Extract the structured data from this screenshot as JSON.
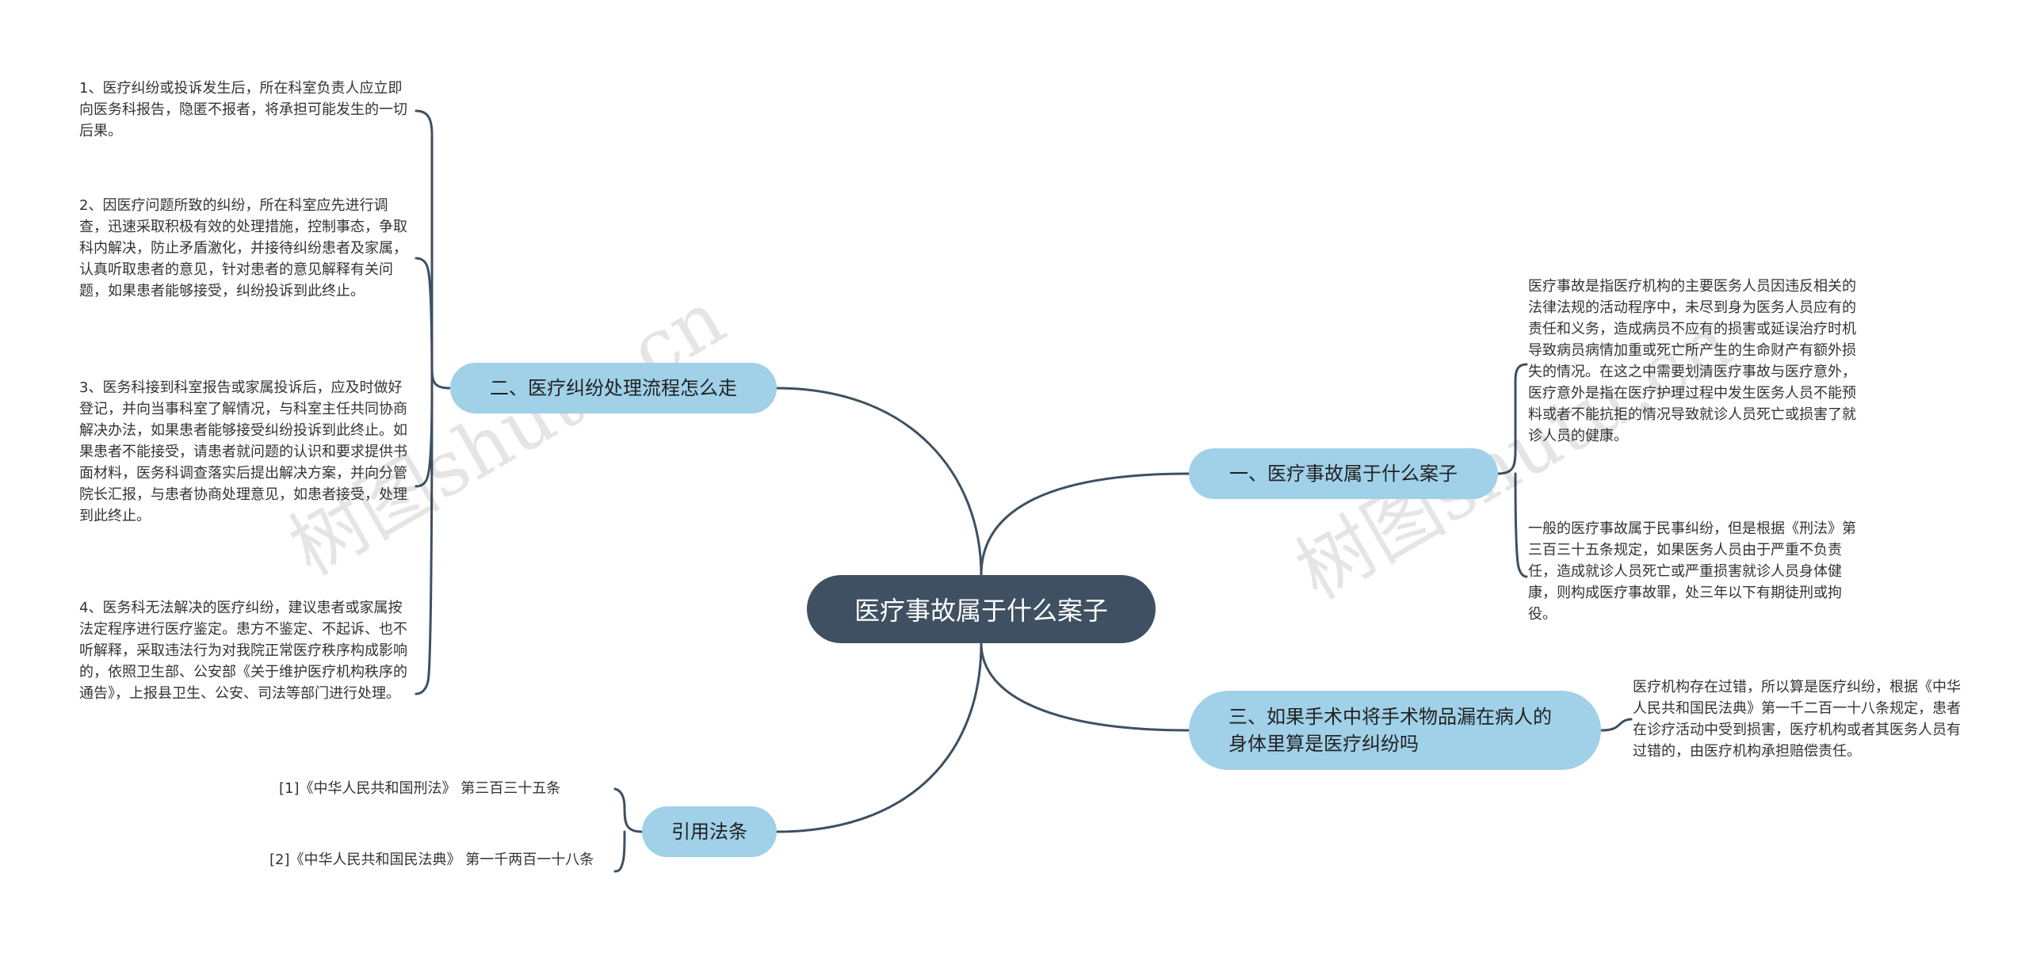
{
  "root": {
    "label": "医疗事故属于什么案子"
  },
  "left_branches": [
    {
      "label": "二、医疗纠纷处理流程怎么走",
      "leaves": [
        "1、医疗纠纷或投诉发生后，所在科室负责人应立即向医务科报告，隐匿不报者，将承担可能发生的一切后果。",
        "2、因医疗问题所致的纠纷，所在科室应先进行调查，迅速采取积极有效的处理措施，控制事态，争取科内解决，防止矛盾激化，并接待纠纷患者及家属，认真听取患者的意见，针对患者的意见解释有关问题，如果患者能够接受，纠纷投诉到此终止。",
        "3、医务科接到科室报告或家属投诉后，应及时做好登记，并向当事科室了解情况，与科室主任共同协商解决办法，如果患者能够接受纠纷投诉到此终止。如果患者不能接受，请患者就问题的认识和要求提供书面材料，医务科调查落实后提出解决方案，并向分管院长汇报，与患者协商处理意见，如患者接受，处理到此终止。",
        "4、医务科无法解决的医疗纠纷，建议患者或家属按法定程序进行医疗鉴定。患方不鉴定、不起诉、也不听解释，采取违法行为对我院正常医疗秩序构成影响的，依照卫生部、公安部《关于维护医疗机构秩序的通告》，上报县卫生、公安、司法等部门进行处理。"
      ]
    },
    {
      "label": "引用法条",
      "leaves": [
        "[1]《中华人民共和国刑法》 第三百三十五条",
        "[2]《中华人民共和国民法典》 第一千两百一十八条"
      ]
    }
  ],
  "right_branches": [
    {
      "label": "一、医疗事故属于什么案子",
      "leaves": [
        "医疗事故是指医疗机构的主要医务人员因违反相关的法律法规的活动程序中，未尽到身为医务人员应有的责任和义务，造成病员不应有的损害或延误治疗时机导致病员病情加重或死亡所产生的生命财产有额外损失的情况。在这之中需要划清医疗事故与医疗意外，医疗意外是指在医疗护理过程中发生医务人员不能预料或者不能抗拒的情况导致就诊人员死亡或损害了就诊人员的健康。",
        "一般的医疗事故属于民事纠纷，但是根据《刑法》第三百三十五条规定，如果医务人员由于严重不负责任，造成就诊人员死亡或严重损害就诊人员身体健康，则构成医疗事故罪，处三年以下有期徒刑或拘役。"
      ]
    },
    {
      "label": "三、如果手术中将手术物品漏在病人的身体里算是医疗纠纷吗",
      "leaves": [
        "医疗机构存在过错，所以算是医疗纠纷，根据《中华人民共和国民法典》第一千二百一十八条规定，患者在诊疗活动中受到损害，医疗机构或者其医务人员有过错的，由医疗机构承担赔偿责任。"
      ]
    }
  ],
  "watermark": {
    "text": "树图shutu.cn"
  },
  "colors": {
    "root_bg": "#3e5061",
    "branch_bg": "#a0d1e8",
    "line": "#3e5061"
  }
}
